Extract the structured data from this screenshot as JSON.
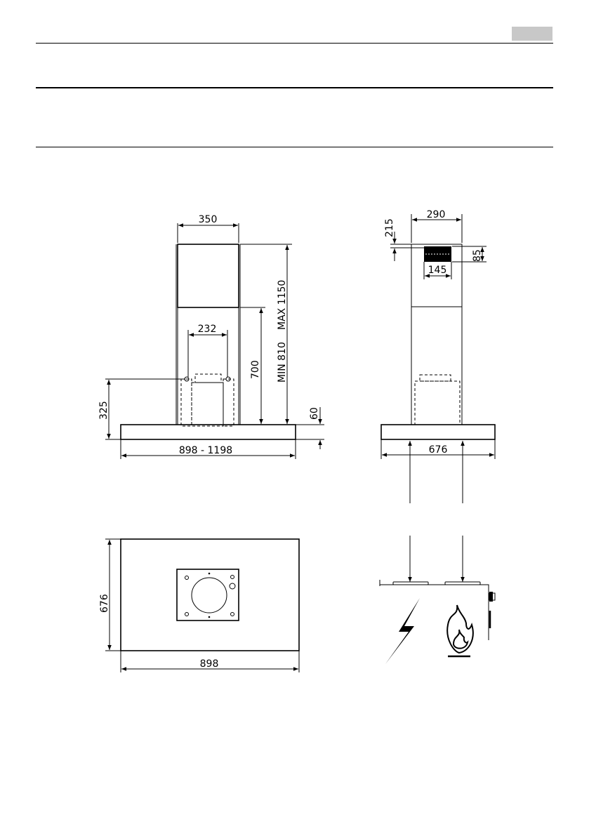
{
  "header": {
    "tab_color": "#c8c8c8"
  },
  "front_view": {
    "width_chimney": "350",
    "height_max": "MAX 1150",
    "height_min": "MIN 810",
    "height_lower": "700",
    "spacing_holes": "232",
    "height_325": "325",
    "hood_thickness": "60",
    "hood_width": "898 - 1198"
  },
  "side_view": {
    "width_top": "290",
    "offset_top": "215",
    "vent_height": "85",
    "vent_width": "145",
    "hood_depth": "676"
  },
  "bottom_view": {
    "depth": "676",
    "width": "898"
  },
  "icons": [
    "lightning-icon",
    "flame-icon"
  ]
}
